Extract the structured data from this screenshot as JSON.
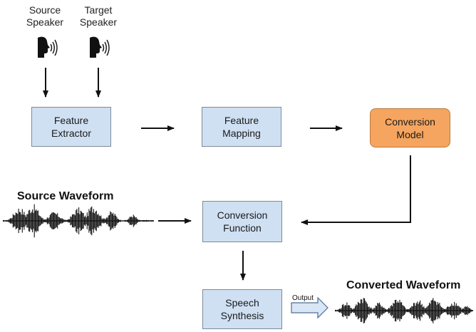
{
  "speakers": {
    "source": "Source\nSpeaker",
    "target": "Target\nSpeaker"
  },
  "boxes": {
    "feature_extractor": "Feature\nExtractor",
    "feature_mapping": "Feature\nMapping",
    "conversion_model": "Conversion\nModel",
    "conversion_function": "Conversion\nFunction",
    "speech_synthesis": "Speech\nSynthesis"
  },
  "waveforms": {
    "source_title": "Source Waveform",
    "converted_title": "Converted Waveform"
  },
  "output_label": "Output",
  "icons": [
    "speaking-head-icon",
    "speaking-head-icon",
    "output-arrow-icon",
    "waveform-icon",
    "waveform-icon"
  ],
  "colors": {
    "box_fill": "#cfe0f3",
    "model_fill": "#f5a55f",
    "arrow": "#111111",
    "waveform": "#111111"
  }
}
